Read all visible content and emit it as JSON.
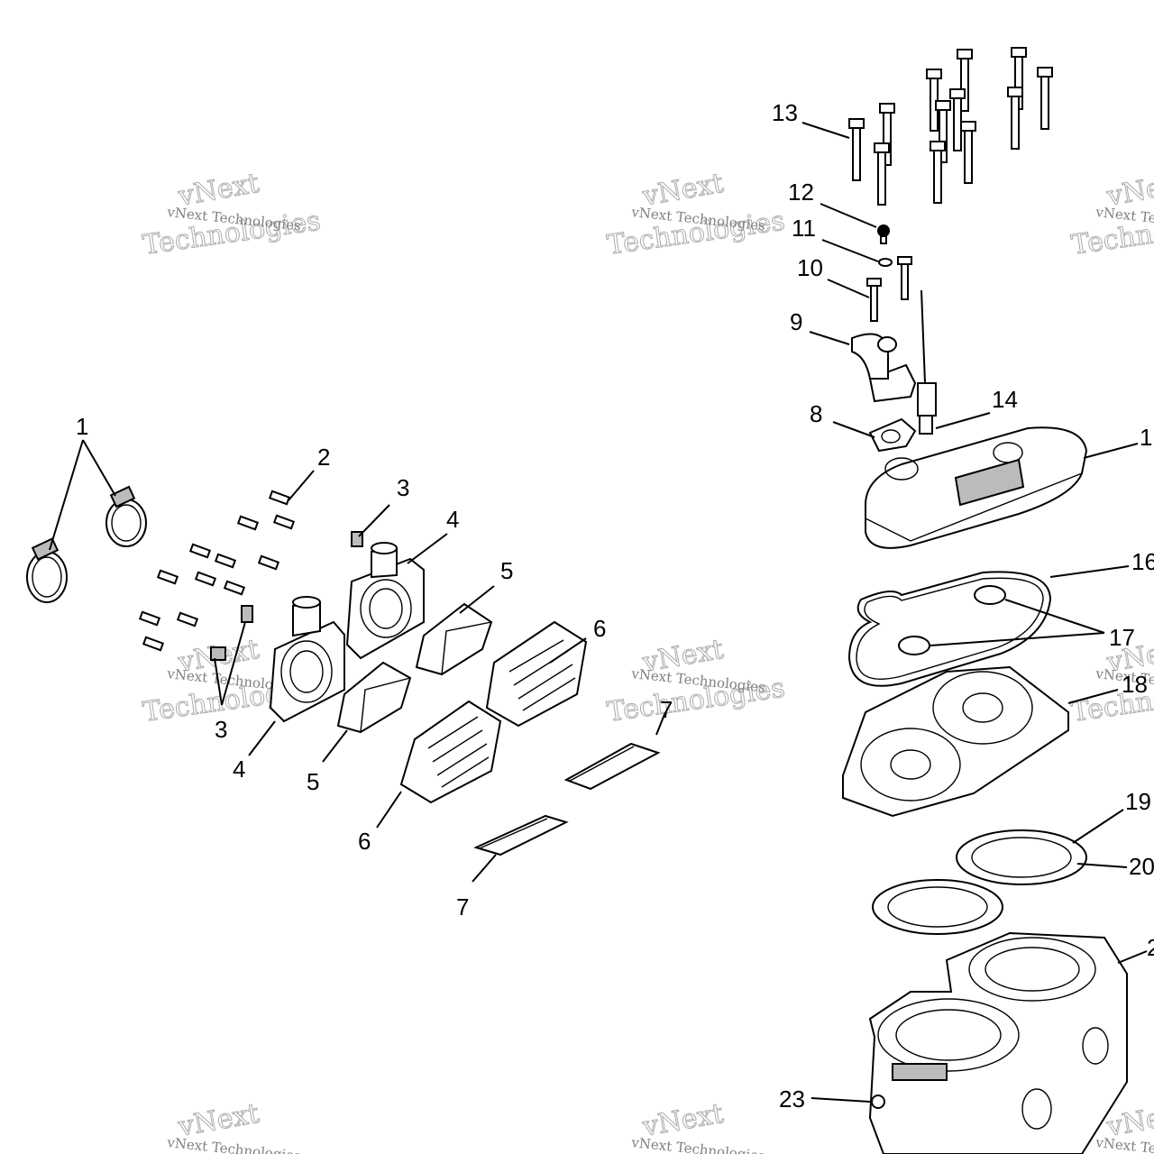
{
  "labels": {
    "l1": "1",
    "l2": "2",
    "l3a": "3",
    "l3b": "3",
    "l4a": "4",
    "l4b": "4",
    "l5a": "5",
    "l5b": "5",
    "l6a": "6",
    "l6b": "6",
    "l7a": "7",
    "l7b": "7",
    "l8": "8",
    "l9": "9",
    "l10": "10",
    "l11": "11",
    "l12": "12",
    "l13": "13",
    "l14": "14",
    "l15": "1",
    "l16": "16",
    "l17": "17",
    "l18": "18",
    "l19": "19",
    "l20": "20",
    "l21": "2",
    "l23": "23"
  },
  "watermark": {
    "line1": "vNext",
    "line2": "vNext Technologies",
    "line3": "Technologies"
  }
}
